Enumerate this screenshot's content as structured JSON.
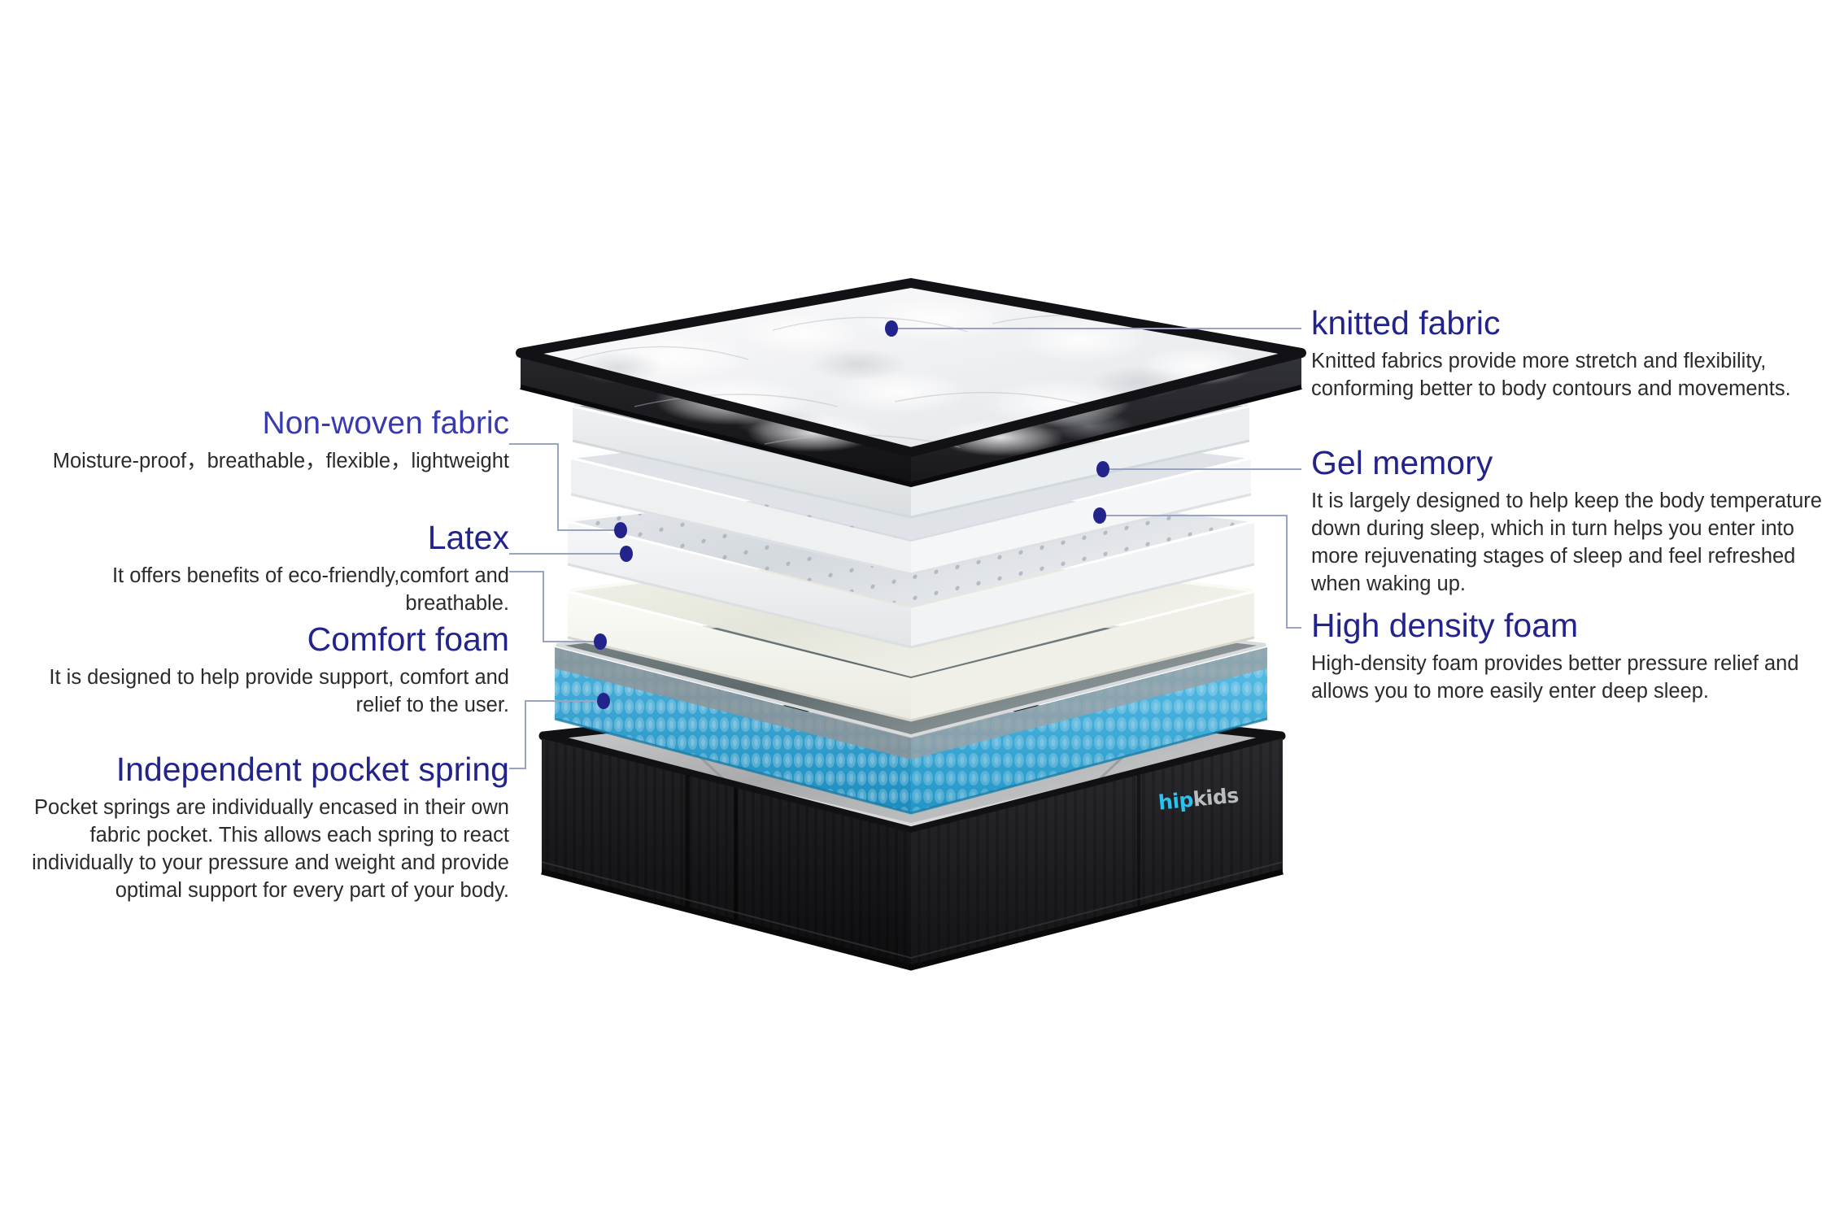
{
  "page": {
    "background_color": "#ffffff",
    "heading_color": "#23238c",
    "body_color": "#2b2b2b",
    "leader_line_color": "#9aa4c2",
    "leader_dot_color": "#23238c"
  },
  "brand": {
    "logo_part_1": "hip",
    "logo_part_2": "kids",
    "logo_color_1": "#29c3ef",
    "logo_color_2": "#b9bdc0"
  },
  "callouts": {
    "knitted_fabric": {
      "heading": "knitted fabric",
      "body": "Knitted fabrics provide more stretch and flexibility, conforming better to body contours and movements."
    },
    "gel_memory": {
      "heading": "Gel memory",
      "body": "It is largely designed to help keep the body temperature down during sleep, which in turn helps you enter into more rejuvenating stages of sleep and feel refreshed when waking up."
    },
    "high_density_foam": {
      "heading": "High density foam",
      "body": "High-density foam provides better pressure relief and allows you to more easily enter deep sleep."
    },
    "non_woven_fabric": {
      "heading": "Non-woven fabric",
      "body": "Moisture-proof，breathable，flexible，lightweight"
    },
    "latex": {
      "heading": "Latex",
      "body": "It offers benefits of eco-friendly,comfort and breathable."
    },
    "comfort_foam": {
      "heading": "Comfort foam",
      "body": "It is designed to help provide support, comfort and relief to the user."
    },
    "independent_pocket_spring": {
      "heading": "Independent pocket spring",
      "body": "Pocket springs are individually encased in their own fabric pocket. This allows each spring to react individually to your pressure and weight and provide optimal support for every part of your body."
    }
  },
  "layers": [
    {
      "id": "knitted-fabric-layer",
      "label": "knitted fabric",
      "fill": "#e9eaec",
      "edge": "#1b1b1f"
    },
    {
      "id": "gel-memory-layer",
      "label": "Gel memory",
      "fill": "#2f7f9c",
      "edge": "#c9e6ee"
    },
    {
      "id": "non-woven-fabric-layer",
      "label": "Non-woven fabric",
      "fill": "#8c9499",
      "edge": "#e4e8ea"
    },
    {
      "id": "high-density-foam-layer",
      "label": "High density foam",
      "fill": "#cfd4da",
      "edge": "#eef0f2"
    },
    {
      "id": "latex-layer",
      "label": "Latex",
      "fill": "#dcdfe3",
      "edge": "#f2f3f4"
    },
    {
      "id": "comfort-foam-support",
      "label": "Comfort foam base",
      "fill": "#e8e9e0",
      "edge": "#f5f5ef"
    },
    {
      "id": "comfort-foam-layer",
      "label": "Comfort foam",
      "fill": "#2a9fd0",
      "edge": "#5ec3e8"
    },
    {
      "id": "pocket-spring-layer",
      "label": "Independent pocket spring",
      "fill": "#1c1c1e",
      "edge": "#8a8d8f"
    }
  ]
}
